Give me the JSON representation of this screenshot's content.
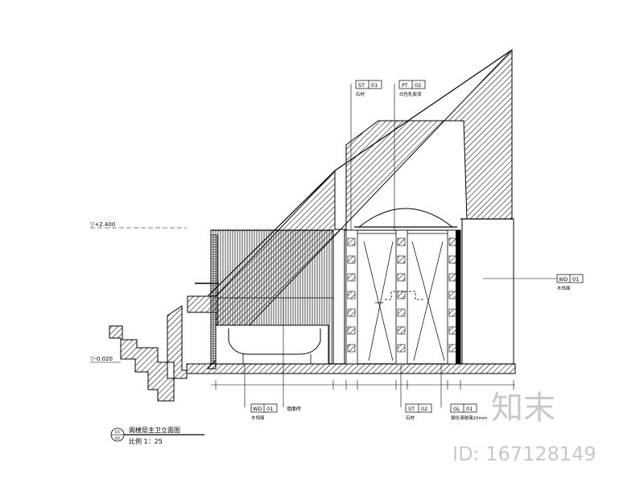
{
  "levels": {
    "upper": "▽+2.400",
    "lower": "▽-0.020"
  },
  "tags": {
    "st01": {
      "code": "ST",
      "num": "01",
      "note": "石材"
    },
    "pt02": {
      "code": "PT",
      "num": "02",
      "note": "白色乳胶漆"
    },
    "wd01_right": {
      "code": "WD",
      "num": "01",
      "note": "木饰面"
    },
    "wd01_bottom": {
      "code": "WD",
      "num": "01",
      "note": "木饰面"
    },
    "st02": {
      "code": "ST",
      "num": "02",
      "note": "石材"
    },
    "gl01": {
      "code": "GL",
      "num": "01",
      "note": "钢化清玻璃10mm"
    }
  },
  "labels": {
    "middle_callout": "墙面砖"
  },
  "title": {
    "main": "阁楼层主卫立面图",
    "scale": "比例 1：25",
    "bubble_top": "E5",
    "bubble_bottom": "D2"
  },
  "watermark": {
    "brand": "知末",
    "id": "ID: 167128149"
  },
  "colors": {
    "line": "#000000",
    "watermark": "#c8c8c8"
  }
}
